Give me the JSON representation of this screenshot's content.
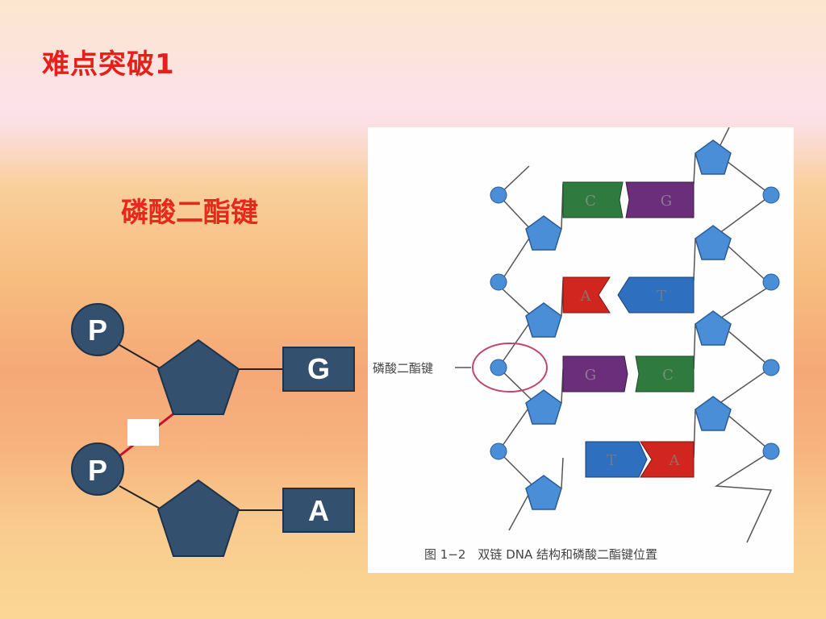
{
  "title": "难点突破1",
  "subtitle": "磷酸二酯键",
  "molecule": {
    "phosphate_label": "P",
    "top_base": "G",
    "bottom_base": "A",
    "colors": {
      "node": "#34506f",
      "bond_highlight": "#c8102e",
      "link": "#222222",
      "white_box": "#ffffff"
    }
  },
  "figure": {
    "bond_label": "磷酸二酯键",
    "caption": "图 1−2　双链 DNA 结构和磷酸二酯键位置",
    "base_pairs": [
      {
        "left": "C",
        "right": "G",
        "left_color": "#2f7a3f",
        "right_color": "#6b2e7a"
      },
      {
        "left": "A",
        "right": "T",
        "left_color": "#d1261f",
        "right_color": "#2f6fbf"
      },
      {
        "left": "G",
        "right": "C",
        "left_color": "#6b2e7a",
        "right_color": "#2f7a3f"
      },
      {
        "left": "T",
        "right": "A",
        "left_color": "#2f6fbf",
        "right_color": "#d1261f"
      }
    ],
    "colors": {
      "sugar": "#4a8ed8",
      "phosphate": "#4a8ed8",
      "ring": "#c0466e"
    }
  }
}
